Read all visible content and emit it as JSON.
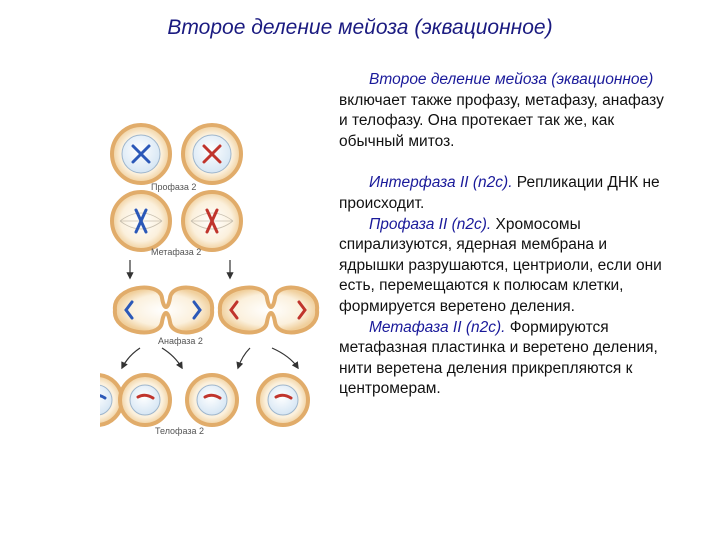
{
  "title": "Второе деление мейоза (эквационное)",
  "diagram": {
    "labels": {
      "prophase": "Профаза 2",
      "metaphase": "Метафаза 2",
      "anaphase": "Анафаза 2",
      "telophase": "Телофаза 2"
    }
  },
  "text": {
    "intro_italic": "Второе деление мейоза (эквационное)",
    "intro_rest": " включает также профазу, метафазу, анафазу и телофазу. Она протекает так же, как обычный митоз.",
    "interphase_term": "Интерфаза II (n2c).",
    "interphase_text": " Репликации ДНК не происходит.",
    "prophase_term": "Профаза II (n2c).",
    "prophase_text": " Хромосомы спирализуются, ядерная мембрана и ядрышки разрушаются, центриоли, если они есть, перемещаются к полюсам клетки, формируется веретено деления.",
    "metaphase_term": "Метафаза II (n2c).",
    "metaphase_text": " Формируются метафазная пластинка и веретено деления, нити веретена деления прикрепляются к центромерам."
  },
  "colors": {
    "title": "#1a1a80",
    "term": "#1a1a9a",
    "cell_outer": "#e8b878",
    "cell_fill": "#fdf3df",
    "chromosome_blue": "#2b58b8",
    "chromosome_red": "#c0342c"
  }
}
